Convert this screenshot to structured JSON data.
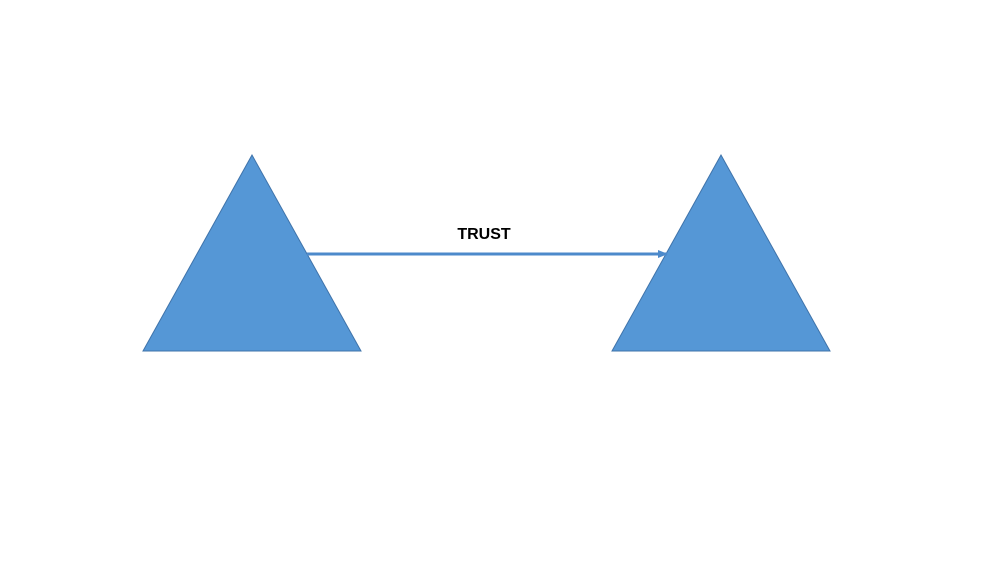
{
  "diagram": {
    "label": "TRUST",
    "nodes": [
      {
        "id": "left",
        "shape": "triangle"
      },
      {
        "id": "right",
        "shape": "triangle"
      }
    ],
    "edges": [
      {
        "from": "left",
        "to": "right",
        "label": "TRUST",
        "directed": true
      }
    ],
    "colors": {
      "fill": "#5597D6",
      "stroke": "#3F73AA",
      "arrow": "#4D8ACB",
      "label": "#000000",
      "background": "#FFFFFF"
    }
  }
}
